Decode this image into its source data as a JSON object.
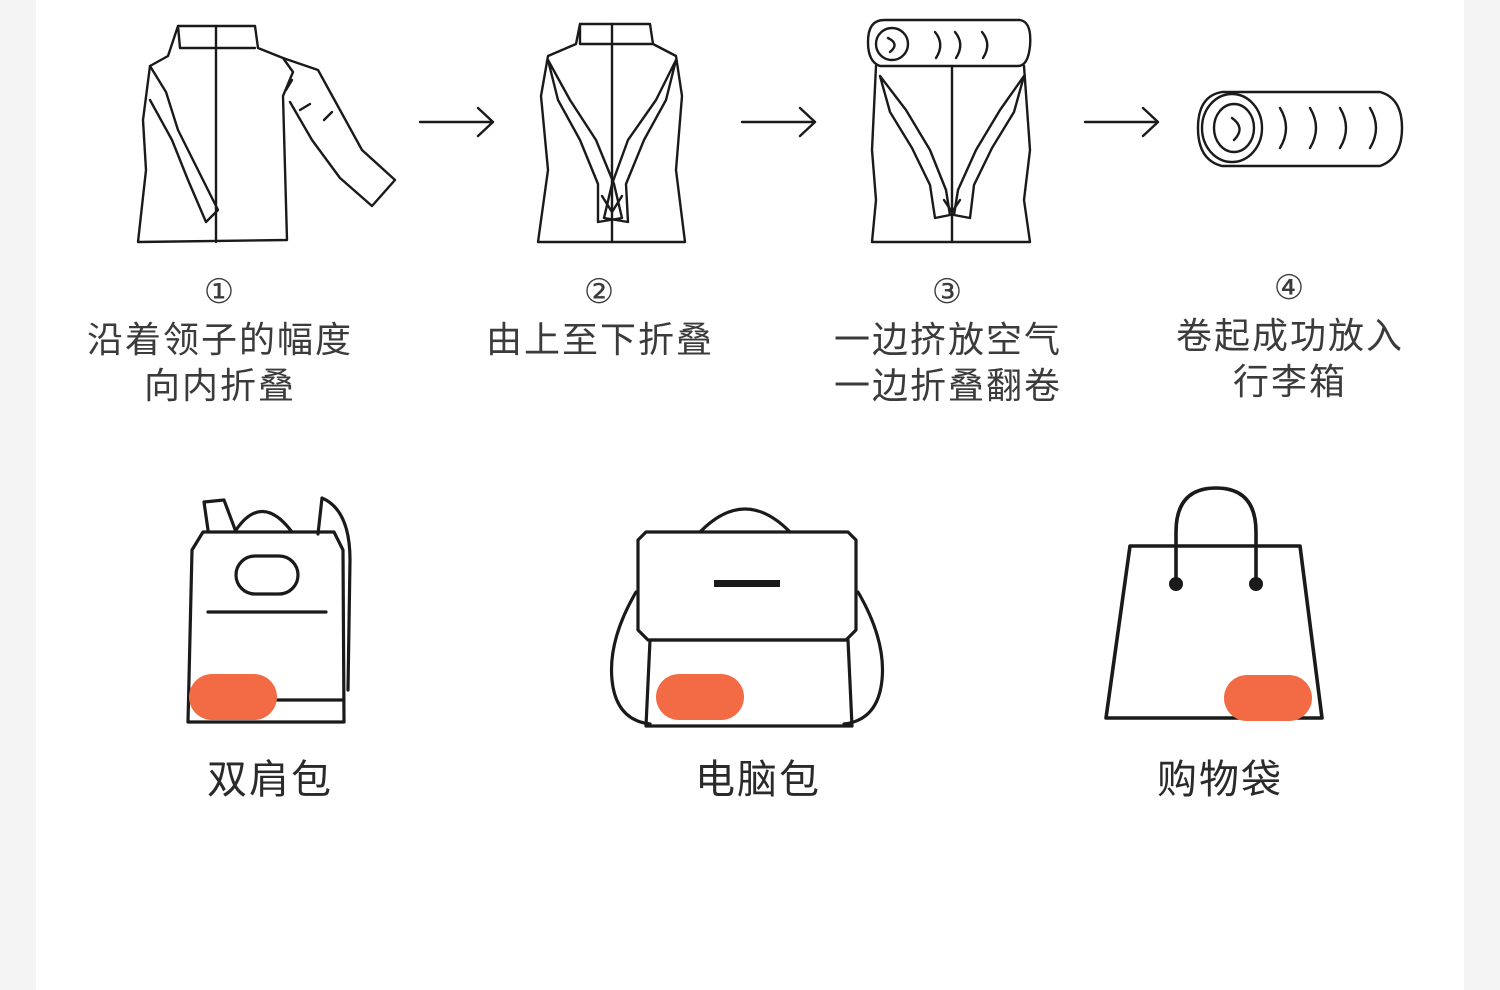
{
  "steps": [
    {
      "number": "①",
      "lines": [
        "沿着领子的幅度",
        "向内折叠"
      ]
    },
    {
      "number": "②",
      "lines": [
        "由上至下折叠"
      ]
    },
    {
      "number": "③",
      "lines": [
        "一边挤放空气",
        "一边折叠翻卷"
      ]
    },
    {
      "number": "④",
      "lines": [
        "卷起成功放入",
        "行李箱"
      ]
    }
  ],
  "bags": [
    {
      "label": "双肩包",
      "icon": "backpack-icon"
    },
    {
      "label": "电脑包",
      "icon": "laptop-bag-icon"
    },
    {
      "label": "购物袋",
      "icon": "shopping-bag-icon"
    }
  ],
  "colors": {
    "accent": "#f26b45",
    "stroke": "#1a1a1a",
    "text": "#3b3b3b",
    "background": "#ffffff",
    "side_margin": "#f4f4f4"
  }
}
